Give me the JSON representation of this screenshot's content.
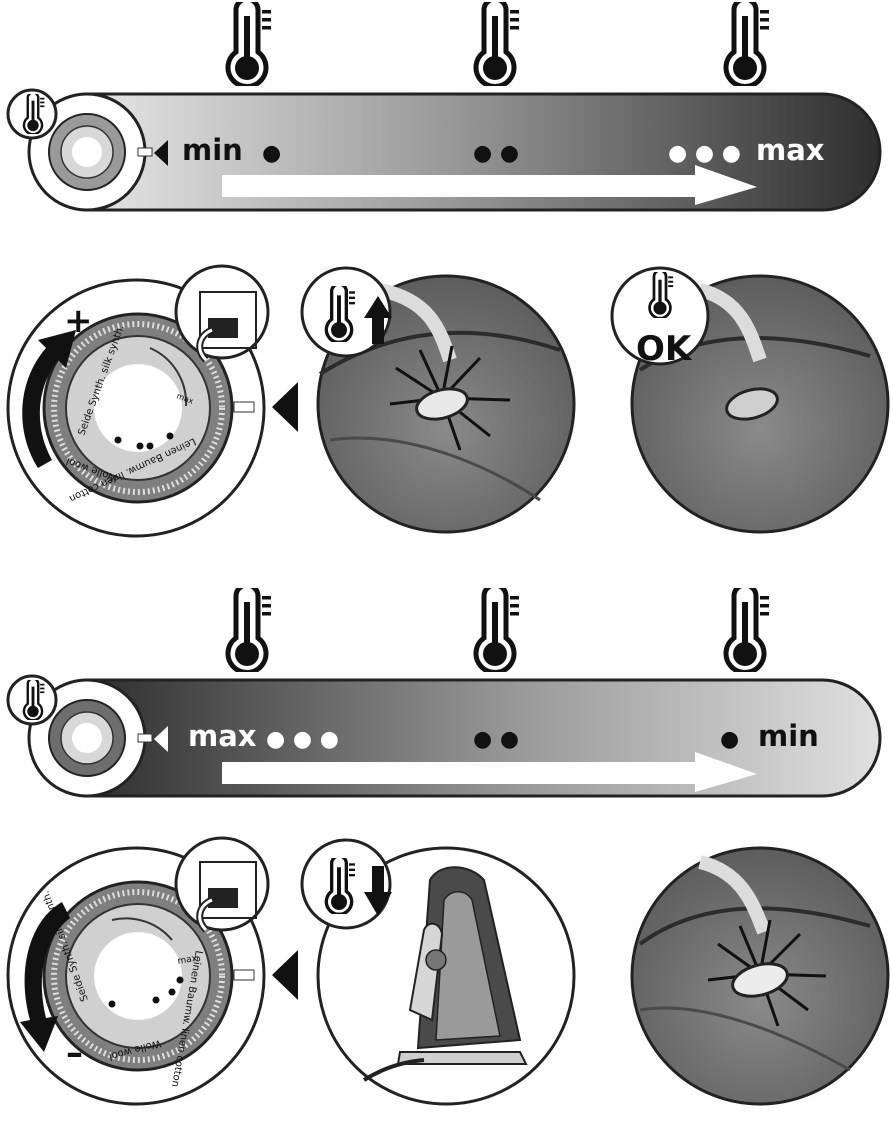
{
  "top_band": {
    "start_label": "min",
    "end_label": "max",
    "level_dots": [
      "●",
      "● ●",
      "● ● ●"
    ]
  },
  "bottom_band": {
    "start_label": "max",
    "end_label": "min",
    "level_dots": [
      "● ● ●",
      "● ●",
      "●"
    ]
  },
  "heat_up_step": {
    "plus_sign": "+",
    "ready_label": "OK"
  },
  "cool_down_step": {
    "minus_sign": "–"
  },
  "dial_labels": {
    "silk": "Seide Synth. silk synth.",
    "wool": "Wolle wool",
    "linen": "Leinen Baumw. linen cotton",
    "max": "max"
  },
  "colors": {
    "dark": "#3a3a3a",
    "mid": "#6e6e6e",
    "light": "#d4d4d4",
    "ink": "#111111"
  }
}
